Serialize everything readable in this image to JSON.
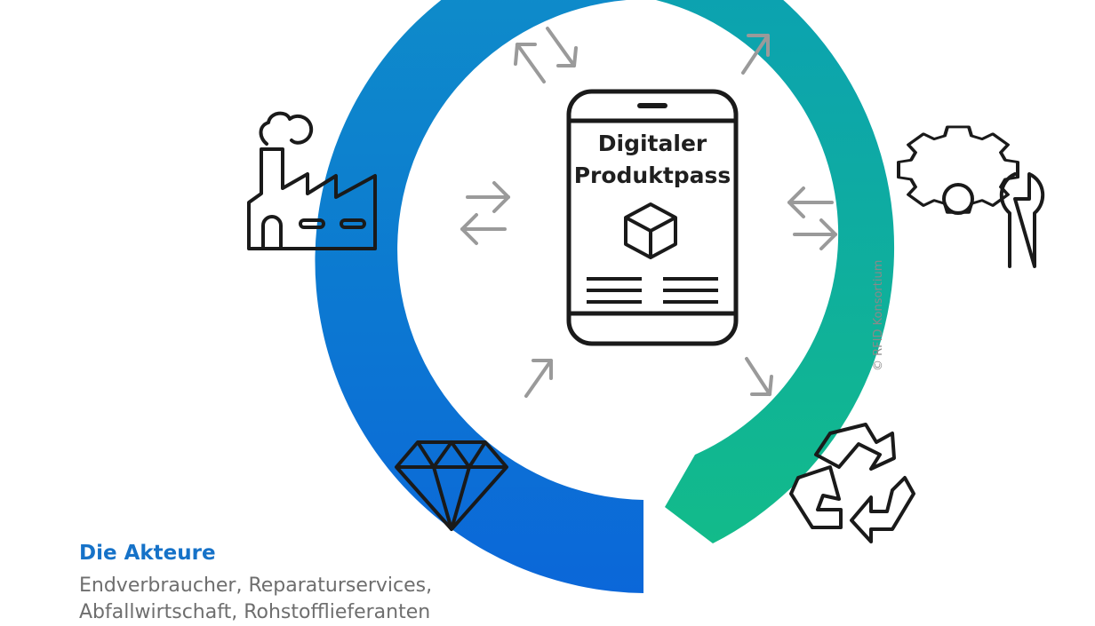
{
  "phone": {
    "title_line1": "Digitaler",
    "title_line2": "Produktpass"
  },
  "copyright": "© RFID Konsortium",
  "legend": {
    "title": "Die Akteure",
    "line1": "Endverbraucher, Reparaturservices,",
    "line2": "Abfallwirtschaft, Rohstofflieferanten"
  },
  "colors": {
    "ring_left": "#0d6fd8",
    "ring_right": "#10b98a",
    "legend_title": "#1672c8",
    "arrows": "#9a9a9a",
    "icons": "#1a1a1a"
  },
  "icons": [
    "factory-icon",
    "gear-icon",
    "wrench-icon",
    "diamond-icon",
    "recycle-icon",
    "cube-icon"
  ]
}
